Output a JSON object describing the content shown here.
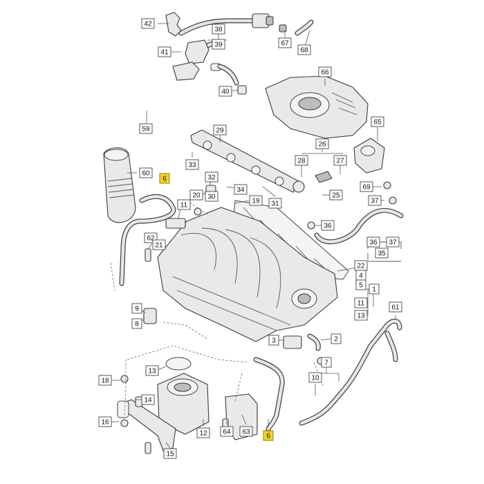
{
  "labels": [
    "42",
    "38",
    "39",
    "41",
    "67",
    "68",
    "40",
    "66",
    "59",
    "29",
    "65",
    "26",
    "28",
    "27",
    "33",
    "60",
    "6",
    "32",
    "34",
    "20",
    "30",
    "19",
    "31",
    "11",
    "69",
    "37",
    "25",
    "36",
    "62",
    "21",
    "22",
    "4",
    "5",
    "1",
    "9",
    "8",
    "11",
    "13",
    "3",
    "61",
    "2",
    "7",
    "10",
    "13",
    "18",
    "14",
    "16",
    "15",
    "12",
    "64",
    "63",
    "6",
    "35",
    "36",
    "37"
  ],
  "colors": {
    "highlight": "#f4d21f",
    "outline": "#3a3a3a",
    "fill": "#e9e9e9"
  },
  "icons": [
    "intake-manifold-icon",
    "throttle-body-icon",
    "fuel-rail-icon",
    "air-hose-icon",
    "bracket-icon",
    "breather-valve-icon"
  ]
}
